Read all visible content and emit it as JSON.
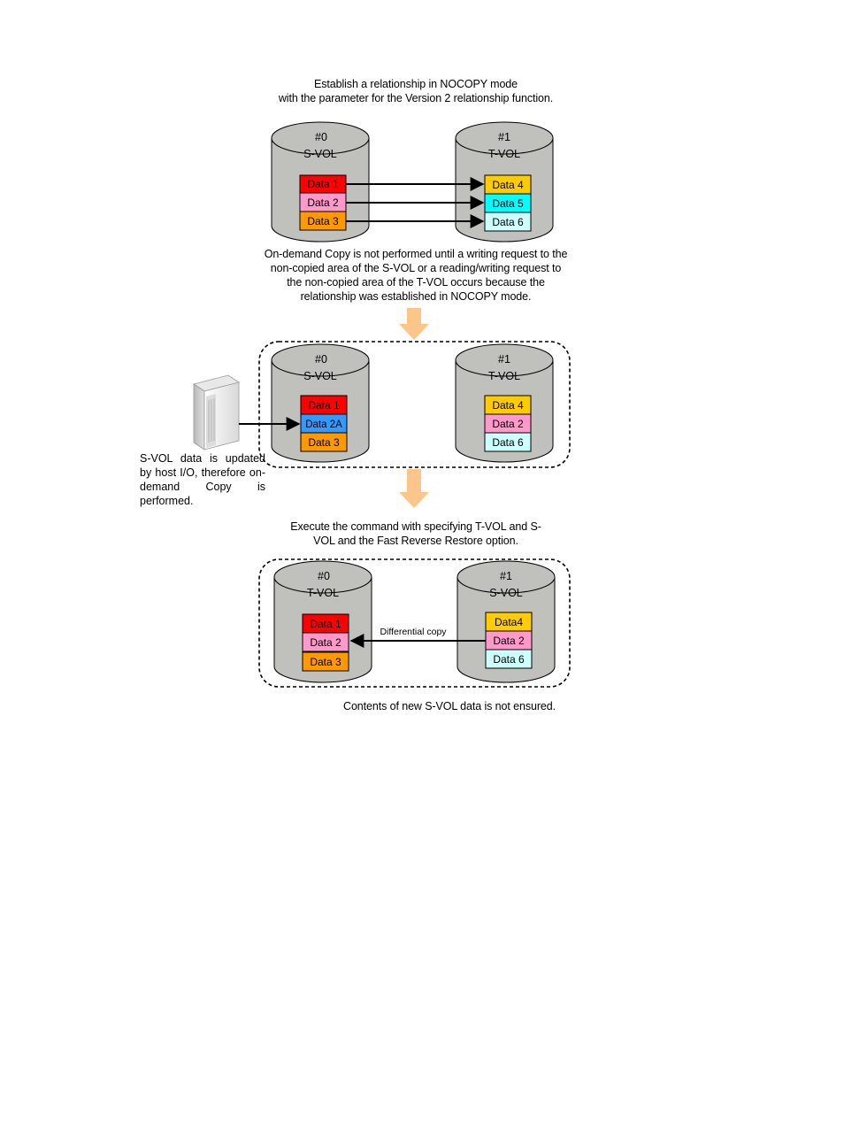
{
  "captions": {
    "step1_line1": "Establish a relationship in NOCOPY mode",
    "step1_line2": "with the parameter for the Version 2 relationship function.",
    "ondemand_line1": "On-demand Copy is not performed until a writing request to the",
    "ondemand_line2": "non-copied area of the S-VOL or a reading/writing request to",
    "ondemand_line3": "the non-copied area of the T-VOL occurs because the",
    "ondemand_line4": "relationship was established in NOCOPY mode.",
    "host_update": "S-VOL data is updated by host I/O, therefore on-demand Copy is performed.",
    "step3_line1": "Execute the command with specifying T-VOL and S-",
    "step3_line2": "VOL and the Fast Reverse Restore option.",
    "footer": "Contents of new S-VOL data is not ensured.",
    "differential_copy": "Differential copy"
  },
  "stage1": {
    "left": {
      "number": "#0",
      "role": "S-VOL",
      "blocks": [
        "Data 1",
        "Data 2",
        "Data 3"
      ]
    },
    "right": {
      "number": "#1",
      "role": "T-VOL",
      "blocks": [
        "Data 4",
        "Data 5",
        "Data 6"
      ]
    }
  },
  "stage2": {
    "left": {
      "number": "#0",
      "role": "S-VOL",
      "blocks": [
        "Data 1",
        "Data 2A",
        "Data 3"
      ]
    },
    "right": {
      "number": "#1",
      "role": "T-VOL",
      "blocks": [
        "Data 4",
        "Data 2",
        "Data 6"
      ]
    }
  },
  "stage3": {
    "left": {
      "number": "#0",
      "role": "T-VOL",
      "blocks": [
        "Data 1",
        "Data 2",
        "Data 3"
      ]
    },
    "right": {
      "number": "#1",
      "role": "S-VOL",
      "blocks": [
        "Data4",
        "Data 2",
        "Data 6"
      ]
    }
  },
  "colors": {
    "cylinder_fill": "#c0c0bc",
    "red": "#ff0000",
    "pink": "#ff99cc",
    "orange": "#ff9900",
    "yellow": "#ffcc00",
    "cyan": "#00ffff",
    "light_cyan": "#ccffff",
    "blue": "#3399ff",
    "flow_arrow": "#fcc58a"
  },
  "icons": [
    "server-icon",
    "down-arrow-icon"
  ]
}
